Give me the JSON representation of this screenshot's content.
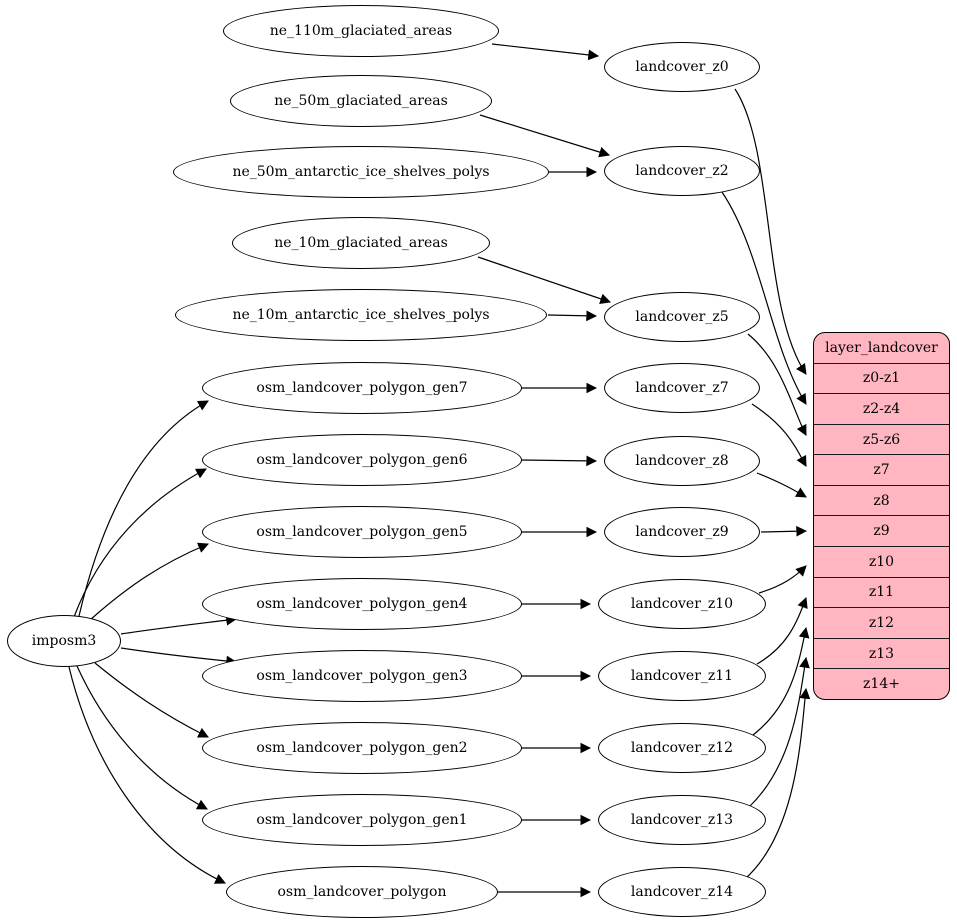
{
  "diagram": {
    "type": "graphviz-digraph",
    "background": "#ffffff",
    "node_fill": "#ffffff",
    "node_stroke": "#000000",
    "edge_color": "#000000",
    "table_fill": "#ffb6c1",
    "nodes": {
      "imposm3": {
        "label": "imposm3"
      },
      "ne_110m_glaciated_areas": {
        "label": "ne_110m_glaciated_areas"
      },
      "ne_50m_glaciated_areas": {
        "label": "ne_50m_glaciated_areas"
      },
      "ne_50m_antarctic_ice_shelves_polys": {
        "label": "ne_50m_antarctic_ice_shelves_polys"
      },
      "ne_10m_glaciated_areas": {
        "label": "ne_10m_glaciated_areas"
      },
      "ne_10m_antarctic_ice_shelves_polys": {
        "label": "ne_10m_antarctic_ice_shelves_polys"
      },
      "osm_landcover_polygon_gen7": {
        "label": "osm_landcover_polygon_gen7"
      },
      "osm_landcover_polygon_gen6": {
        "label": "osm_landcover_polygon_gen6"
      },
      "osm_landcover_polygon_gen5": {
        "label": "osm_landcover_polygon_gen5"
      },
      "osm_landcover_polygon_gen4": {
        "label": "osm_landcover_polygon_gen4"
      },
      "osm_landcover_polygon_gen3": {
        "label": "osm_landcover_polygon_gen3"
      },
      "osm_landcover_polygon_gen2": {
        "label": "osm_landcover_polygon_gen2"
      },
      "osm_landcover_polygon_gen1": {
        "label": "osm_landcover_polygon_gen1"
      },
      "osm_landcover_polygon": {
        "label": "osm_landcover_polygon"
      },
      "landcover_z0": {
        "label": "landcover_z0"
      },
      "landcover_z2": {
        "label": "landcover_z2"
      },
      "landcover_z5": {
        "label": "landcover_z5"
      },
      "landcover_z7": {
        "label": "landcover_z7"
      },
      "landcover_z8": {
        "label": "landcover_z8"
      },
      "landcover_z9": {
        "label": "landcover_z9"
      },
      "landcover_z10": {
        "label": "landcover_z10"
      },
      "landcover_z11": {
        "label": "landcover_z11"
      },
      "landcover_z12": {
        "label": "landcover_z12"
      },
      "landcover_z13": {
        "label": "landcover_z13"
      },
      "landcover_z14": {
        "label": "landcover_z14"
      }
    },
    "table": {
      "title": "layer_landcover",
      "rows": [
        "z0-z1",
        "z2-z4",
        "z5-z6",
        "z7",
        "z8",
        "z9",
        "z10",
        "z11",
        "z12",
        "z13",
        "z14+"
      ]
    },
    "edges": [
      {
        "from": "ne_110m_glaciated_areas",
        "to": "landcover_z0"
      },
      {
        "from": "ne_50m_glaciated_areas",
        "to": "landcover_z2"
      },
      {
        "from": "ne_50m_antarctic_ice_shelves_polys",
        "to": "landcover_z2"
      },
      {
        "from": "ne_10m_glaciated_areas",
        "to": "landcover_z5"
      },
      {
        "from": "ne_10m_antarctic_ice_shelves_polys",
        "to": "landcover_z5"
      },
      {
        "from": "imposm3",
        "to": "osm_landcover_polygon_gen7"
      },
      {
        "from": "imposm3",
        "to": "osm_landcover_polygon_gen6"
      },
      {
        "from": "imposm3",
        "to": "osm_landcover_polygon_gen5"
      },
      {
        "from": "imposm3",
        "to": "osm_landcover_polygon_gen4"
      },
      {
        "from": "imposm3",
        "to": "osm_landcover_polygon_gen3"
      },
      {
        "from": "imposm3",
        "to": "osm_landcover_polygon_gen2"
      },
      {
        "from": "imposm3",
        "to": "osm_landcover_polygon_gen1"
      },
      {
        "from": "imposm3",
        "to": "osm_landcover_polygon"
      },
      {
        "from": "osm_landcover_polygon_gen7",
        "to": "landcover_z7"
      },
      {
        "from": "osm_landcover_polygon_gen6",
        "to": "landcover_z8"
      },
      {
        "from": "osm_landcover_polygon_gen5",
        "to": "landcover_z9"
      },
      {
        "from": "osm_landcover_polygon_gen4",
        "to": "landcover_z10"
      },
      {
        "from": "osm_landcover_polygon_gen3",
        "to": "landcover_z11"
      },
      {
        "from": "osm_landcover_polygon_gen2",
        "to": "landcover_z12"
      },
      {
        "from": "osm_landcover_polygon_gen1",
        "to": "landcover_z13"
      },
      {
        "from": "osm_landcover_polygon",
        "to": "landcover_z14"
      },
      {
        "from": "landcover_z0",
        "to": "layer_landcover:z0-z1"
      },
      {
        "from": "landcover_z2",
        "to": "layer_landcover:z2-z4"
      },
      {
        "from": "landcover_z5",
        "to": "layer_landcover:z5-z6"
      },
      {
        "from": "landcover_z7",
        "to": "layer_landcover:z7"
      },
      {
        "from": "landcover_z8",
        "to": "layer_landcover:z8"
      },
      {
        "from": "landcover_z9",
        "to": "layer_landcover:z9"
      },
      {
        "from": "landcover_z10",
        "to": "layer_landcover:z10"
      },
      {
        "from": "landcover_z11",
        "to": "layer_landcover:z11"
      },
      {
        "from": "landcover_z12",
        "to": "layer_landcover:z12"
      },
      {
        "from": "landcover_z13",
        "to": "layer_landcover:z13"
      },
      {
        "from": "landcover_z14",
        "to": "layer_landcover:z14+"
      }
    ]
  }
}
